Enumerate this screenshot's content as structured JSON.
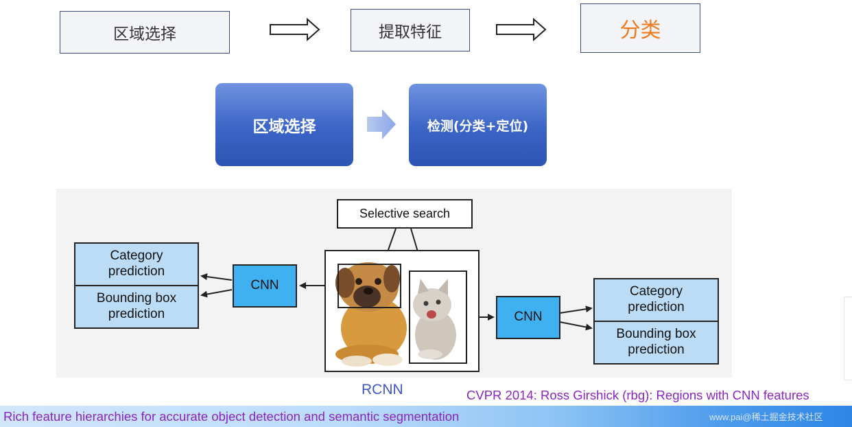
{
  "pipeline": {
    "step1": "区域选择",
    "step2": "提取特征",
    "step3": "分类"
  },
  "pipeline2": {
    "step1": "区域选择",
    "step2": "检测(分类+定位)"
  },
  "rcnn_diagram": {
    "selective_search": "Selective search",
    "left_category": "Category prediction",
    "left_bbox": "Bounding box prediction",
    "left_cnn": "CNN",
    "right_cnn": "CNN",
    "right_category": "Category prediction",
    "right_bbox": "Bounding box prediction"
  },
  "captions": {
    "rcnn": "RCNN",
    "cvpr": "CVPR 2014: Ross Girshick (rbg):  Regions with CNN features",
    "paper_title": "Rich feature hierarchies for accurate object detection and semantic segmentation",
    "watermark": "www.pai@稀土掘金技术社区"
  },
  "colors": {
    "accent_orange": "#f07a1a",
    "blue_box": "#3a64c6",
    "cnn_blue": "#3fb1f1",
    "prediction_blue": "#bcdcf6",
    "caption_blue": "#3f56c9",
    "caption_purple": "#8a25c0"
  }
}
